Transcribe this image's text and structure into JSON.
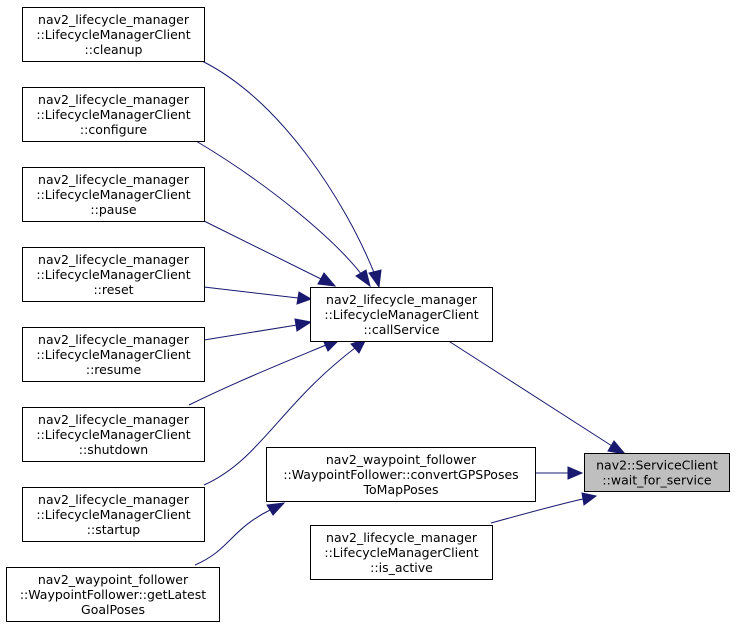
{
  "nodes": {
    "cleanup": {
      "lines": [
        "nav2_lifecycle_manager",
        "::LifecycleManagerClient",
        "::cleanup"
      ]
    },
    "configure": {
      "lines": [
        "nav2_lifecycle_manager",
        "::LifecycleManagerClient",
        "::configure"
      ]
    },
    "pause": {
      "lines": [
        "nav2_lifecycle_manager",
        "::LifecycleManagerClient",
        "::pause"
      ]
    },
    "reset": {
      "lines": [
        "nav2_lifecycle_manager",
        "::LifecycleManagerClient",
        "::reset"
      ]
    },
    "resume": {
      "lines": [
        "nav2_lifecycle_manager",
        "::LifecycleManagerClient",
        "::resume"
      ]
    },
    "shutdown": {
      "lines": [
        "nav2_lifecycle_manager",
        "::LifecycleManagerClient",
        "::shutdown"
      ]
    },
    "startup": {
      "lines": [
        "nav2_lifecycle_manager",
        "::LifecycleManagerClient",
        "::startup"
      ]
    },
    "getLatestGoalPoses": {
      "lines": [
        "nav2_waypoint_follower",
        "::WaypointFollower::getLatest",
        "GoalPoses"
      ]
    },
    "callService": {
      "lines": [
        "nav2_lifecycle_manager",
        "::LifecycleManagerClient",
        "::callService"
      ]
    },
    "convertGPSPoses": {
      "lines": [
        "nav2_waypoint_follower",
        "::WaypointFollower::convertGPSPoses",
        "ToMapPoses"
      ]
    },
    "is_active": {
      "lines": [
        "nav2_lifecycle_manager",
        "::LifecycleManagerClient",
        "::is_active"
      ]
    },
    "wait_for_service": {
      "lines": [
        "nav2::ServiceClient",
        "::wait_for_service"
      ]
    }
  },
  "colors": {
    "edge": "#191970",
    "highlight_fill": "#bfbfbf",
    "node_border": "#000000"
  }
}
